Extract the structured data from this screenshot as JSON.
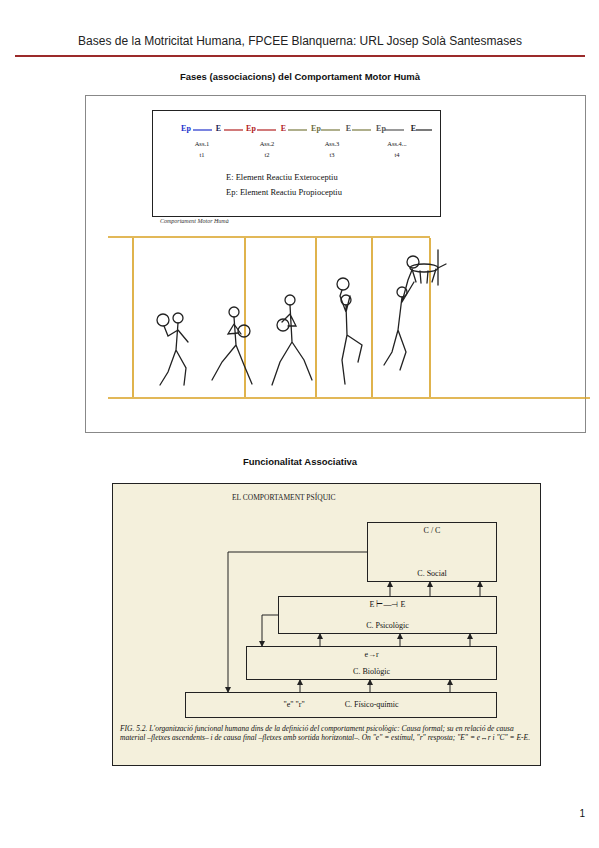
{
  "diagram": {
    "title": "Bases de la Motricitat Humana, FPCEE Blanquerna: URL Josep Solà Santesmases",
    "caption": "FIG. 5.2. L'organització funcional humana dins de la definició del comportament psicològic: Causa formal; su en relació de causa material –fletxes ascendents– i de causa final –fletxes amb sortida horitzontal–. On \"e\" = estímul, \"r\" resposta; \"E\" = e↔r i \"C\" = E-E.",
    "nodes": [
      {
        "text": [
          "C / C",
          "C. Social"
        ]
      },
      {
        "text": [
          "E ⊢—⊣ E",
          "C. Psicològic"
        ]
      },
      {
        "text": [
          "e→r",
          "C. Biològic"
        ]
      },
      {
        "text": [
          "\"e\" \"r\"",
          "C. Físico-químic"
        ]
      }
    ],
    "edges": [
      {
        "from": 3,
        "to": 2,
        "arrow": "to"
      },
      {
        "from": 3,
        "to": 2,
        "arrow": "to"
      },
      {
        "from": 3,
        "to": 2,
        "arrow": "to"
      },
      {
        "from": 2,
        "to": 1,
        "arrow": "to"
      },
      {
        "from": 2,
        "to": 1,
        "arrow": "to"
      },
      {
        "from": 2,
        "to": 1,
        "arrow": "to"
      },
      {
        "from": 1,
        "to": 0,
        "arrow": "to"
      },
      {
        "from": 1,
        "to": 0,
        "arrow": "to"
      },
      {
        "from": 1,
        "to": 0,
        "arrow": "to"
      },
      {
        "from": 0,
        "to": 3,
        "arrow": "to"
      },
      {
        "from": 1,
        "to": 2,
        "arrow": "to"
      }
    ],
    "labels": [
      "Fases (associacions) del Comportament Motor Humà",
      "Ep",
      "E",
      "Ep",
      "E",
      "Ep",
      "E",
      "Ep",
      "E",
      "Ass.1",
      "Ass.2",
      "Ass.3",
      "Ass.4...",
      "t1",
      "t2",
      "t3",
      "t4",
      "E: Element Reactiu Exteroceptiu",
      "Ep: Element Reactiu Propioceptiu",
      "Comportament Motor Humà",
      "Funcionalitat Associativa",
      "EL COMPORTAMENT PSÍQUIC",
      "1"
    ]
  }
}
